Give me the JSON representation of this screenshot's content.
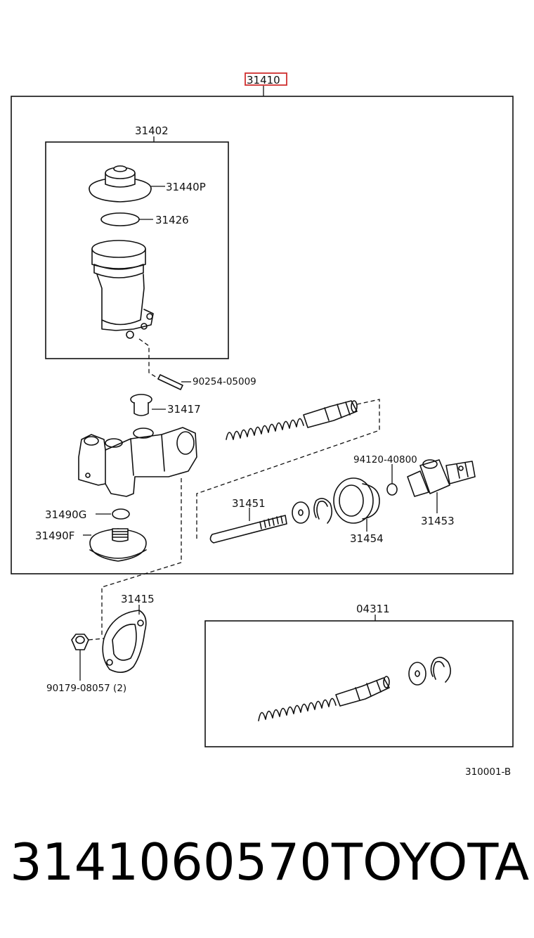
{
  "diagram": {
    "assembly_label": "31410",
    "labels": {
      "reservoir_group": "31402",
      "cap": "31440P",
      "gasket": "31426",
      "pin": "90254-05009",
      "grommet": "31417",
      "o_ring": "31490G",
      "union_bolt": "31490F",
      "push_rod": "31451",
      "clip_pin": "94120-40800",
      "clevis": "31453",
      "boot": "31454",
      "flange_gasket": "31415",
      "nut": "90179-08057 (2)",
      "repair_kit": "04311",
      "figure_code": "310001-B"
    }
  },
  "footer": {
    "part_number": "3141060570",
    "brand": "TOYOTA"
  },
  "colors": {
    "highlight_box": "#d03030",
    "line": "#111111",
    "background": "#ffffff"
  }
}
